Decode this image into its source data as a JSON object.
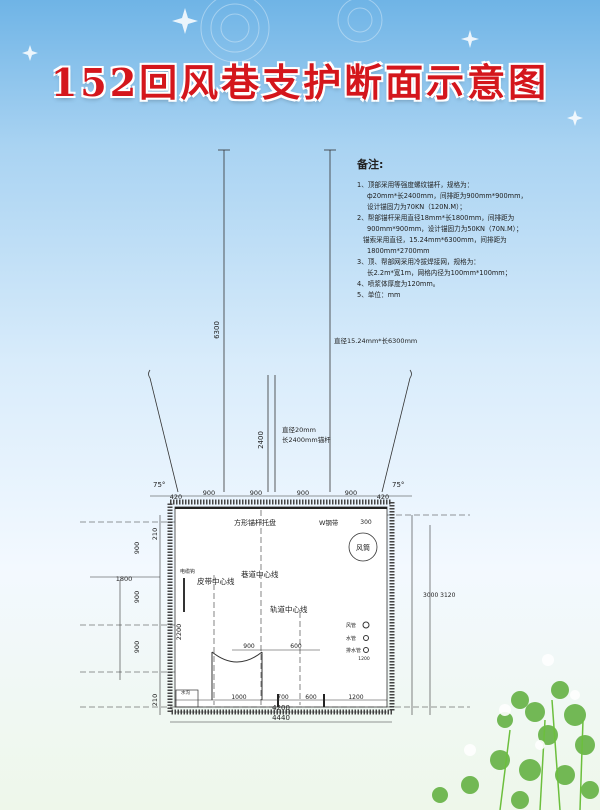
{
  "page": {
    "title": "152回风巷支护断面示意图"
  },
  "notes": {
    "heading": "备注:",
    "lines": [
      "1、顶部采用等强度螺纹锚杆，规格为：",
      "ф20mm*长2400mm，间排距为900mm*900mm，",
      "设计锚固力为70KN（120N.M）；",
      "2、帮部锚杆采用直径18mm*长1800mm，间排距为",
      "900mm*900mm，设计锚固力为50KN（70N.M）；",
      "锚索采用直径，15.24mm*6300mm，间排距为",
      "1800mm*2700mm",
      "3、顶、帮部网采用冷拔焊接网，规格为：",
      "长2.2m*宽1m，网格内径为100mm*100mm；",
      "4、喷浆体厚度为120mm。",
      "5、单位：mm"
    ]
  },
  "drawing": {
    "dim_6300": "6300",
    "dim_2400": "2400",
    "cable_label": "直径15.24mm*长6300mm",
    "bolt_label_1": "直径20mm",
    "bolt_label_2": "长2400mm锚杆",
    "angle_left": "75°",
    "angle_right": "75°",
    "top_dims": [
      "420",
      "900",
      "900",
      "900",
      "900",
      "420"
    ],
    "left_dims": [
      "210",
      "900",
      "900",
      "900",
      "210"
    ],
    "dim_2200": "2200",
    "dim_1800": "1800",
    "dim_right": "3000 3120",
    "label_tray": "方形锚杆托盘",
    "label_wsteel": "W钢带",
    "label_300": "300",
    "label_fan": "风筒",
    "label_cable": "电缆钩",
    "label_tunnel_center": "巷道中心线",
    "label_belt_center": "皮带中心线",
    "label_track_center": "轨道中心线",
    "dim_900": "900",
    "dim_600": "600",
    "pipe_wind": "风管",
    "pipe_water": "水管",
    "pipe_drain": "排水管",
    "pipe_size": "1200",
    "label_ditch": "水沟",
    "bottom_dims": [
      "1000",
      "700",
      "600",
      "1200"
    ],
    "dim_4200": "4200",
    "dim_4440": "4440"
  }
}
